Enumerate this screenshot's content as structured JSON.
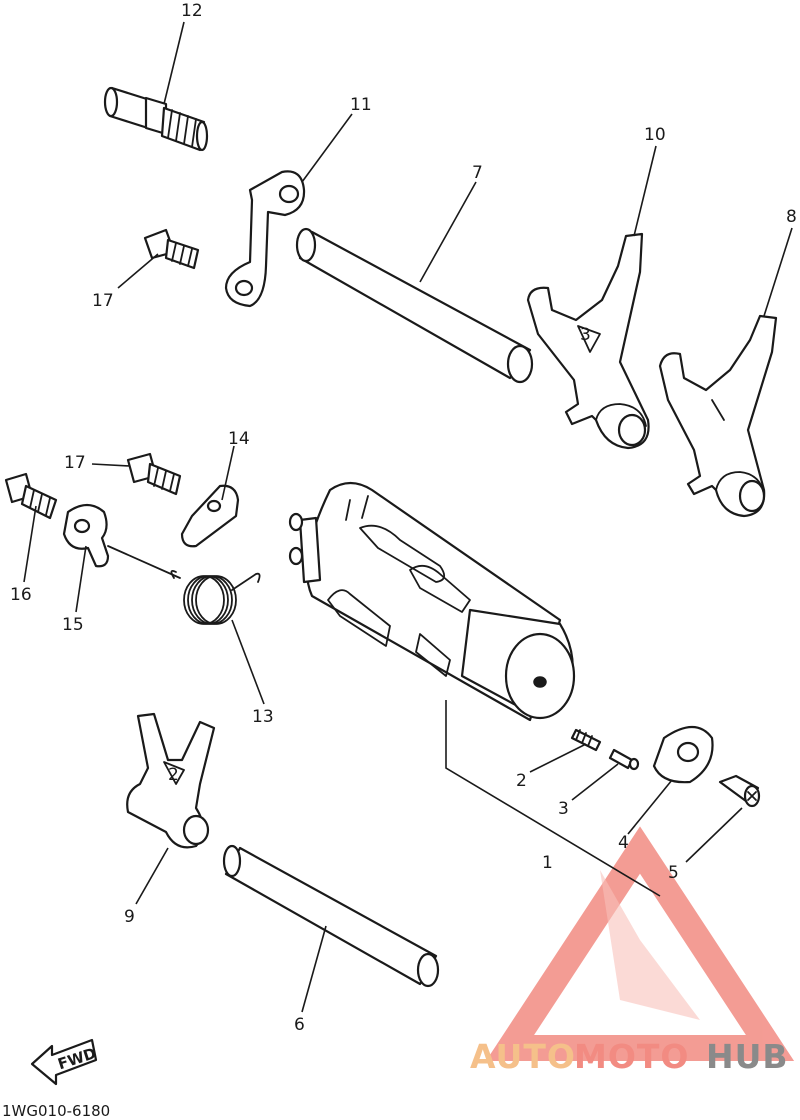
{
  "diagram": {
    "callouts": [
      {
        "id": "p1",
        "label": "1"
      },
      {
        "id": "p2",
        "label": "2"
      },
      {
        "id": "p3",
        "label": "3"
      },
      {
        "id": "p4",
        "label": "4"
      },
      {
        "id": "p5",
        "label": "5"
      },
      {
        "id": "p6",
        "label": "6"
      },
      {
        "id": "p7",
        "label": "7"
      },
      {
        "id": "p8",
        "label": "8"
      },
      {
        "id": "p9",
        "label": "9"
      },
      {
        "id": "p10",
        "label": "10"
      },
      {
        "id": "p11",
        "label": "11"
      },
      {
        "id": "p12",
        "label": "12"
      },
      {
        "id": "p13",
        "label": "13"
      },
      {
        "id": "p14",
        "label": "14"
      },
      {
        "id": "p15",
        "label": "15"
      },
      {
        "id": "p16",
        "label": "16"
      },
      {
        "id": "p17a",
        "label": "17"
      },
      {
        "id": "p17b",
        "label": "17"
      }
    ],
    "fwd_label": "FWD",
    "diagram_code": "1WG010-6180"
  },
  "watermark": {
    "brand_auto": "AUTO",
    "brand_moto": "MOTO",
    "brand_hub": "HUB",
    "color_primary": "#f28b82",
    "color_accent": "#f5c08a",
    "color_dark": "#8a8a8a"
  }
}
